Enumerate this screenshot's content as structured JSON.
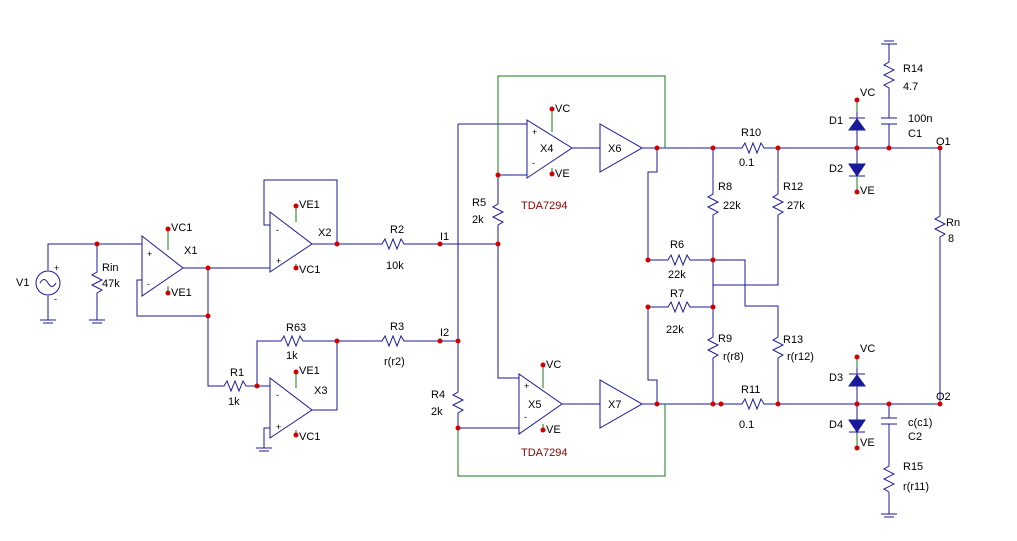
{
  "labels": {
    "V1": "V1",
    "Rin": "Rin",
    "Rin_val": "47k",
    "X1": "X1",
    "X1_vc": "VC1",
    "X1_ve": "VE1",
    "X2": "X2",
    "X2_vc": "VC1",
    "X2_ve": "VE1",
    "X3": "X3",
    "X3_vc": "VC1",
    "X3_ve": "VE1",
    "R1": "R1",
    "R1_val": "1k",
    "R63": "R63",
    "R63_val": "1k",
    "R2": "R2",
    "R2_val": "10k",
    "R3": "R3",
    "R3_val": "r(r2)",
    "I1": "I1",
    "I2": "I2",
    "R4": "R4",
    "R4_val": "2k",
    "R5": "R5",
    "R5_val": "2k",
    "X4": "X4",
    "X4_vc": "VC",
    "X4_ve": "VE",
    "X5": "X5",
    "X5_vc": "VC",
    "X5_ve": "VE",
    "X6": "X6",
    "X7": "X7",
    "tda_top": "TDA7294",
    "tda_bot": "TDA7294",
    "R6": "R6",
    "R6_val": "22k",
    "R7": "R7",
    "R7_val": "22k",
    "R8": "R8",
    "R8_val": "22k",
    "R9": "R9",
    "R9_val": "r(r8)",
    "R10": "R10",
    "R10_val": "0.1",
    "R11": "R11",
    "R11_val": "0.1",
    "R12": "R12",
    "R12_val": "27k",
    "R13": "R13",
    "R13_val": "r(r12)",
    "R14": "R14",
    "R14_val": "4.7",
    "R15": "R15",
    "R15_val": "r(r11)",
    "C1": "C1",
    "C1_val": "100n",
    "C2": "C2",
    "C2_val": "c(c1)",
    "D1": "D1",
    "D1_vc": "VC",
    "D2": "D2",
    "D2_ve": "VE",
    "D3": "D3",
    "D3_vc": "VC",
    "D4": "D4",
    "D4_ve": "VE",
    "Rn": "Rn",
    "Rn_val": "8",
    "O1": "O1",
    "O2": "O2",
    "plus": "+",
    "minus": "-"
  }
}
